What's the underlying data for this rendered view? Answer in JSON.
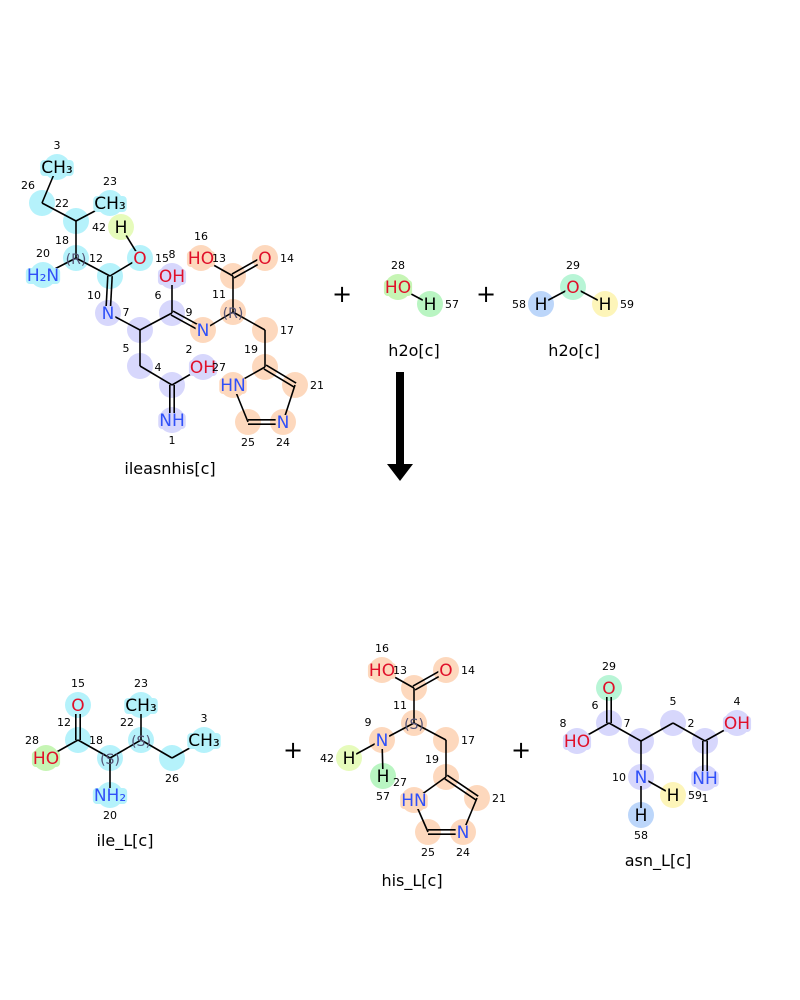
{
  "reaction": {
    "plus_sign": "+",
    "reactants": [
      "ileasnhis[c]",
      "h2o[c]",
      "h2o[c]"
    ],
    "products": [
      "ile_L[c]",
      "his_L[c]",
      "asn_L[c]"
    ]
  },
  "colors": {
    "ile": "#b5f2fb",
    "asn": "#d7d7fc",
    "his": "#fdd8bd",
    "h42": "#e6fbbb",
    "h57": "#b9f5c2",
    "o28": "#c6f5b4",
    "h58": "#bcd6fa",
    "h59": "#fdf5b9",
    "o29": "#b8f5d6",
    "N": "#3050f8",
    "O": "#e0102a",
    "C": "#000000"
  },
  "molecules": [
    {
      "id": "ileasnhis",
      "name": "ileasnhis[c]",
      "atoms": [
        {
          "n": "3",
          "label": "CH₃",
          "el": "C",
          "hl": "ile"
        },
        {
          "n": "26",
          "label": "",
          "el": "C",
          "hl": "ile"
        },
        {
          "n": "22",
          "label": "",
          "el": "C",
          "hl": "ile"
        },
        {
          "n": "23",
          "label": "CH₃",
          "el": "C",
          "hl": "ile"
        },
        {
          "n": "42",
          "label": "H",
          "el": "C",
          "hl": "h42"
        },
        {
          "n": "18",
          "label": "(R)",
          "el": "S",
          "hl": "ile"
        },
        {
          "n": "20",
          "label": "H₂N",
          "el": "N",
          "hl": "ile"
        },
        {
          "n": "12",
          "label": "",
          "el": "C",
          "hl": "ile"
        },
        {
          "n": "15",
          "label": "O",
          "el": "O",
          "hl": "ile"
        },
        {
          "n": "10",
          "label": "N",
          "el": "N",
          "hl": "asn"
        },
        {
          "n": "7",
          "label": "",
          "el": "C",
          "hl": "asn"
        },
        {
          "n": "8",
          "label": "OH",
          "el": "O",
          "hl": "asn"
        },
        {
          "n": "6",
          "label": "",
          "el": "C",
          "hl": "asn"
        },
        {
          "n": "9",
          "label": "N",
          "el": "N",
          "hl": "his"
        },
        {
          "n": "5",
          "label": "",
          "el": "C",
          "hl": "asn"
        },
        {
          "n": "4",
          "label": "",
          "el": "C",
          "hl": "asn"
        },
        {
          "n": "2",
          "label": "OH",
          "el": "O",
          "hl": "asn"
        },
        {
          "n": "1",
          "label": "NH",
          "el": "N",
          "hl": "asn"
        },
        {
          "n": "16",
          "label": "HO",
          "el": "O",
          "hl": "his"
        },
        {
          "n": "13",
          "label": "",
          "el": "C",
          "hl": "his"
        },
        {
          "n": "14",
          "label": "O",
          "el": "O",
          "hl": "his"
        },
        {
          "n": "11",
          "label": "(R)",
          "el": "S",
          "hl": "his"
        },
        {
          "n": "17",
          "label": "",
          "el": "C",
          "hl": "his"
        },
        {
          "n": "19",
          "label": "",
          "el": "C",
          "hl": "his"
        },
        {
          "n": "27",
          "label": "HN",
          "el": "N",
          "hl": "his"
        },
        {
          "n": "21",
          "label": "",
          "el": "C",
          "hl": "his"
        },
        {
          "n": "25",
          "label": "",
          "el": "C",
          "hl": "his"
        },
        {
          "n": "24",
          "label": "N",
          "el": "N",
          "hl": "his"
        }
      ]
    },
    {
      "id": "h2o_1",
      "name": "h2o[c]",
      "atoms": [
        {
          "n": "28",
          "label": "HO",
          "el": "O",
          "hl": "o28"
        },
        {
          "n": "57",
          "label": "H",
          "el": "C",
          "hl": "h57"
        }
      ]
    },
    {
      "id": "h2o_2",
      "name": "h2o[c]",
      "atoms": [
        {
          "n": "58",
          "label": "H",
          "el": "C",
          "hl": "h58"
        },
        {
          "n": "29",
          "label": "O",
          "el": "O",
          "hl": "o29"
        },
        {
          "n": "59",
          "label": "H",
          "el": "C",
          "hl": "h59"
        }
      ]
    },
    {
      "id": "ile_L",
      "name": "ile_L[c]",
      "atoms": [
        {
          "n": "15",
          "label": "O",
          "el": "O",
          "hl": "ile"
        },
        {
          "n": "12",
          "label": "",
          "el": "C",
          "hl": "ile"
        },
        {
          "n": "28",
          "label": "HO",
          "el": "O",
          "hl": "o28"
        },
        {
          "n": "18",
          "label": "(S)",
          "el": "S",
          "hl": "ile"
        },
        {
          "n": "20",
          "label": "NH₂",
          "el": "N",
          "hl": "ile"
        },
        {
          "n": "22",
          "label": "(S)",
          "el": "S",
          "hl": "ile"
        },
        {
          "n": "23",
          "label": "CH₃",
          "el": "C",
          "hl": "ile"
        },
        {
          "n": "26",
          "label": "",
          "el": "C",
          "hl": "ile"
        },
        {
          "n": "3",
          "label": "CH₃",
          "el": "C",
          "hl": "ile"
        }
      ]
    },
    {
      "id": "his_L",
      "name": "his_L[c]",
      "atoms": [
        {
          "n": "16",
          "label": "HO",
          "el": "O",
          "hl": "his"
        },
        {
          "n": "14",
          "label": "O",
          "el": "O",
          "hl": "his"
        },
        {
          "n": "13",
          "label": "",
          "el": "C",
          "hl": "his"
        },
        {
          "n": "11",
          "label": "(S)",
          "el": "S",
          "hl": "his"
        },
        {
          "n": "9",
          "label": "N",
          "el": "N",
          "hl": "his"
        },
        {
          "n": "42",
          "label": "H",
          "el": "C",
          "hl": "h42"
        },
        {
          "n": "57",
          "label": "H",
          "el": "C",
          "hl": "h57"
        },
        {
          "n": "17",
          "label": "",
          "el": "C",
          "hl": "his"
        },
        {
          "n": "19",
          "label": "",
          "el": "C",
          "hl": "his"
        },
        {
          "n": "27",
          "label": "HN",
          "el": "N",
          "hl": "his"
        },
        {
          "n": "21",
          "label": "",
          "el": "C",
          "hl": "his"
        },
        {
          "n": "25",
          "label": "",
          "el": "C",
          "hl": "his"
        },
        {
          "n": "24",
          "label": "N",
          "el": "N",
          "hl": "his"
        }
      ]
    },
    {
      "id": "asn_L",
      "name": "asn_L[c]",
      "atoms": [
        {
          "n": "29",
          "label": "O",
          "el": "O",
          "hl": "o29"
        },
        {
          "n": "6",
          "label": "",
          "el": "C",
          "hl": "asn"
        },
        {
          "n": "8",
          "label": "HO",
          "el": "O",
          "hl": "asn"
        },
        {
          "n": "7",
          "label": "",
          "el": "C",
          "hl": "asn"
        },
        {
          "n": "5",
          "label": "",
          "el": "C",
          "hl": "asn"
        },
        {
          "n": "4",
          "label": "OH",
          "el": "O",
          "hl": "asn"
        },
        {
          "n": "2",
          "label": "",
          "el": "C",
          "hl": "asn"
        },
        {
          "n": "1",
          "label": "NH",
          "el": "N",
          "hl": "asn"
        },
        {
          "n": "10",
          "label": "N",
          "el": "N",
          "hl": "asn"
        },
        {
          "n": "58",
          "label": "H",
          "el": "C",
          "hl": "h58"
        },
        {
          "n": "59",
          "label": "H",
          "el": "C",
          "hl": "h59"
        }
      ]
    }
  ]
}
